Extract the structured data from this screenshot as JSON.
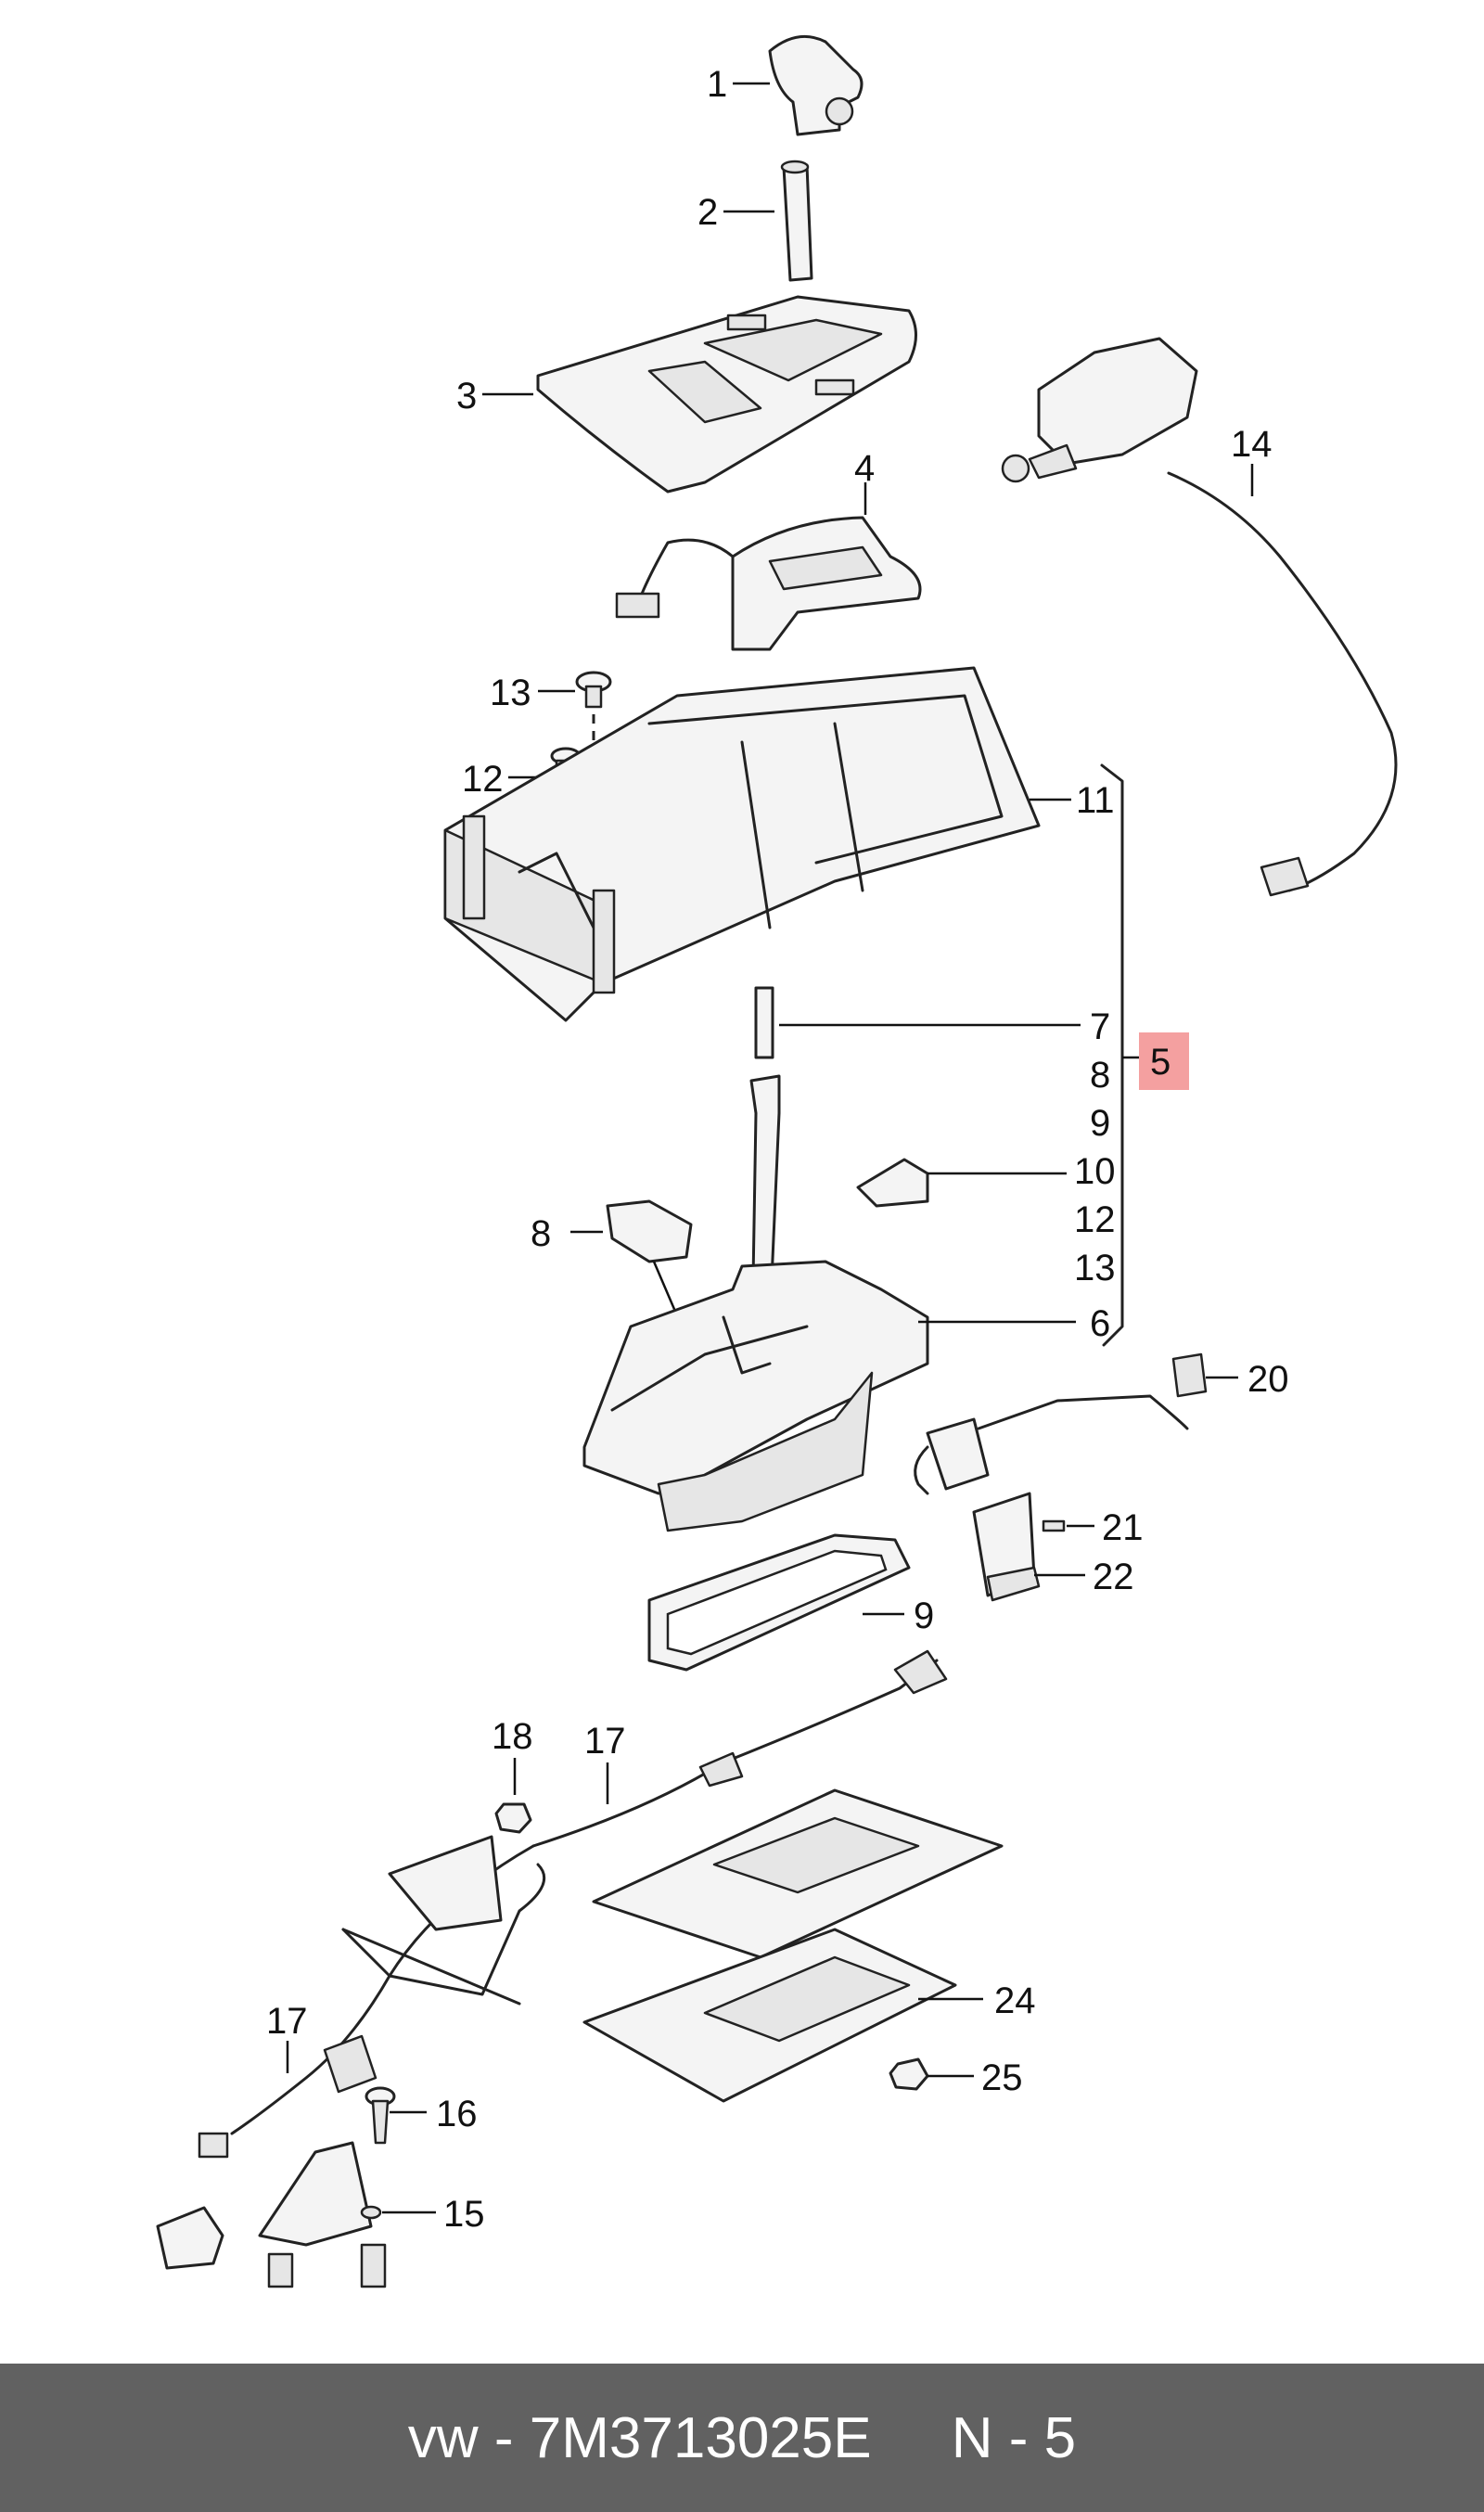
{
  "diagram": {
    "callouts": {
      "c1": "1",
      "c2": "2",
      "c3": "3",
      "c4": "4",
      "c5": "5",
      "c6": "6",
      "c7": "7",
      "c8": "8",
      "c9": "9",
      "c10": "10",
      "c11": "11",
      "c12": "12",
      "c13": "13",
      "c14": "14",
      "c15": "15",
      "c16": "16",
      "c17a": "17",
      "c17b": "17",
      "c18": "18",
      "c20": "20",
      "c21": "21",
      "c22": "22",
      "c24": "24",
      "c25": "25"
    },
    "group_list": [
      "7",
      "8",
      "9",
      "10",
      "12",
      "13"
    ],
    "highlight": {
      "label": "5",
      "color": "#f4a0a0"
    }
  },
  "footer": {
    "text": "vw - 7M3713025E     N - 5",
    "background": "#616161"
  }
}
